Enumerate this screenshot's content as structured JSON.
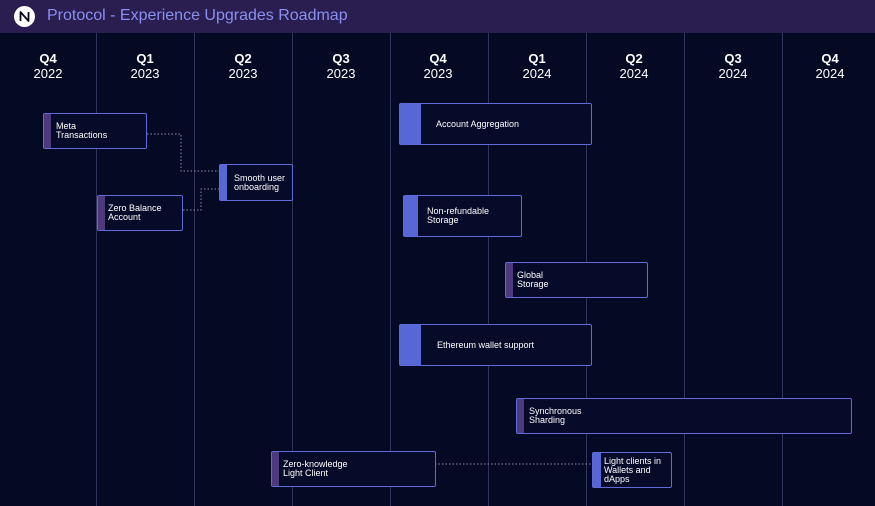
{
  "header": {
    "logo_icon": "near-logo-icon",
    "title": "Protocol - Experience Upgrades Roadmap"
  },
  "columns": [
    {
      "quarter": "Q4",
      "year": "2022"
    },
    {
      "quarter": "Q1",
      "year": "2023"
    },
    {
      "quarter": "Q2",
      "year": "2023"
    },
    {
      "quarter": "Q3",
      "year": "2023"
    },
    {
      "quarter": "Q4",
      "year": "2023"
    },
    {
      "quarter": "Q1",
      "year": "2024"
    },
    {
      "quarter": "Q2",
      "year": "2024"
    },
    {
      "quarter": "Q3",
      "year": "2024"
    },
    {
      "quarter": "Q4",
      "year": "2024"
    }
  ],
  "items": {
    "meta_transactions": "Meta\nTransactions",
    "smooth_onboarding": "Smooth user\nonboarding",
    "zero_balance": "Zero Balance\nAccount",
    "account_aggregation": "Account Aggregation",
    "non_refundable_storage": "Non-refundable\nStorage",
    "global_storage": "Global\nStorage",
    "ethereum_wallet": "Ethereum wallet support",
    "synchronous_sharding": "Synchronous\nSharding",
    "zk_light_client": "Zero-knowledge\nLight Client",
    "light_clients_wallets": "Light clients  in\nWallets and\ndApps"
  },
  "colors": {
    "background": "#050a24",
    "header": "#2a1d50",
    "title": "#8a8ff0",
    "accent_blue": "#5867d6",
    "accent_purple": "#4d3a7e",
    "border": "#5f6bd8"
  }
}
